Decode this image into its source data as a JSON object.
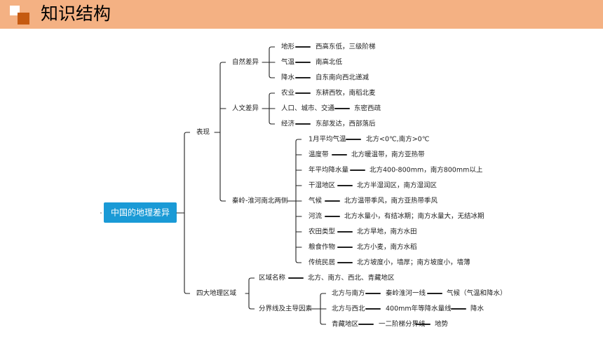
{
  "header": {
    "title": "知识结构"
  },
  "mindmap": {
    "root": "中国的地理差异",
    "biaoxian": "表现",
    "ziran": {
      "label": "自然差异",
      "items": [
        [
          "地形",
          "西高东低，三级阶梯"
        ],
        [
          "气温",
          "南高北低"
        ],
        [
          "降水",
          "自东南向西北递减"
        ]
      ]
    },
    "renwen": {
      "label": "人文差异",
      "items": [
        [
          "农业",
          "东耕西牧，南稻北麦"
        ],
        [
          "人口、城市、交通",
          "东密西疏"
        ],
        [
          "经济",
          "东部发达，西部落后"
        ]
      ]
    },
    "qinling": {
      "label": "秦岭-淮河南北两侧",
      "items": [
        [
          "1月平均气温",
          "北方<0℃,南方>0℃"
        ],
        [
          "温度带",
          "北方暖温带，南方亚热带"
        ],
        [
          "年平均降水量",
          "北方400-800mm，南方800mm以上"
        ],
        [
          "干湿地区",
          "北方半湿润区，南方湿润区"
        ],
        [
          "气候",
          "北方温带季风，南方亚热带季风"
        ],
        [
          "河流",
          "北方水量小，有结冰期；南方水量大，无结冰期"
        ],
        [
          "农田类型",
          "北方旱地，南方水田"
        ],
        [
          "粮食作物",
          "北方小麦，南方水稻"
        ],
        [
          "传统民居",
          "北方坡度小，墙厚；南方坡度小，墙薄"
        ]
      ]
    },
    "sida": {
      "label": "四大地理区域",
      "quyu": [
        "区域名称",
        "北方、南方、西北、青藏地区"
      ],
      "fenjie": {
        "label": "分界线及主导因素",
        "items": [
          [
            "北方与南方",
            "秦岭淮河一线",
            "气候（气温和降水）"
          ],
          [
            "北方与西北",
            "400mm年等降水量线",
            "降水"
          ],
          [
            "青藏地区",
            "一二阶梯分界线",
            "地势"
          ]
        ]
      }
    }
  },
  "colors": {
    "header": "#f4b183",
    "accent": "#c55a11",
    "root": "#1a9ad6",
    "rootText": "#ffffff",
    "line": "#1f1f1f"
  }
}
